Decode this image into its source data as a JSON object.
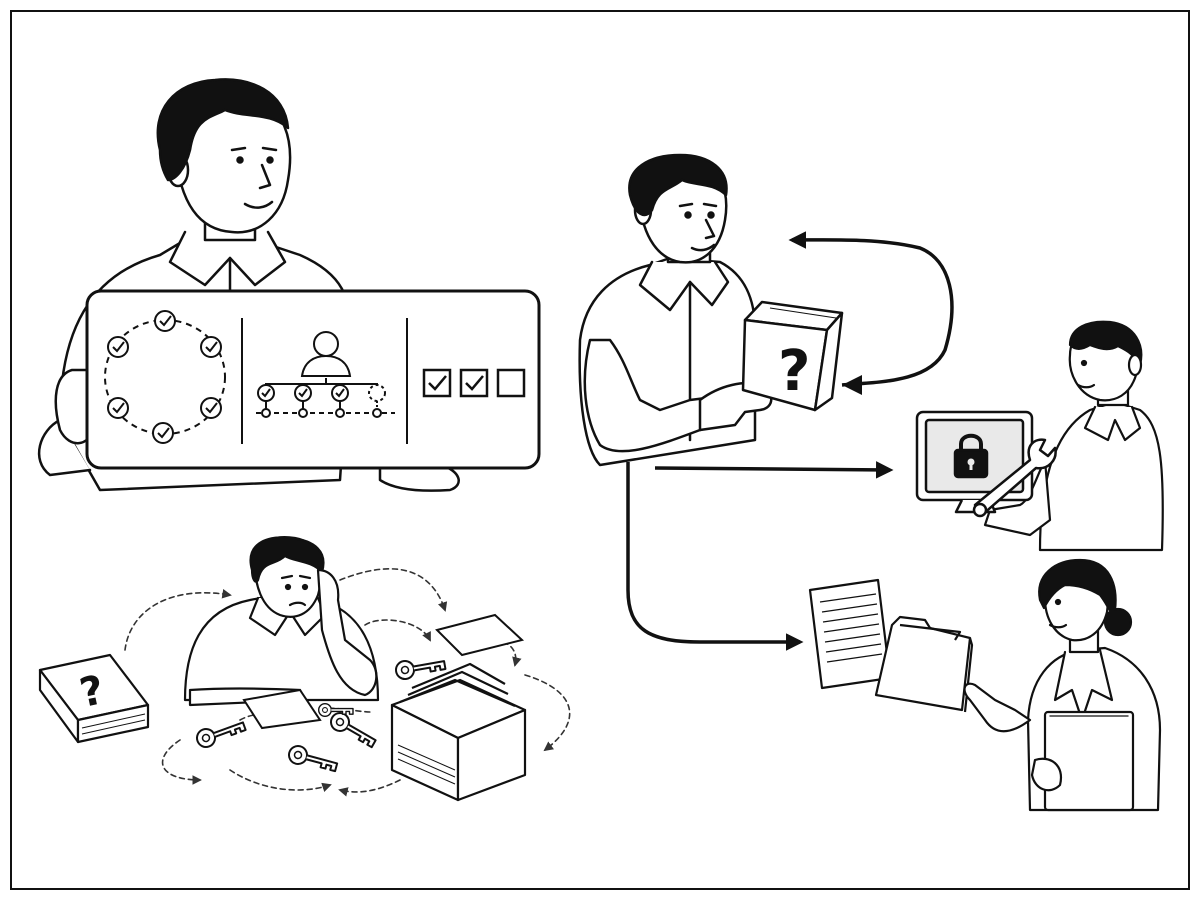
{
  "colors": {
    "ink": "#111111",
    "paper": "#ffffff",
    "light_fill": "#f4f4f4",
    "monitor_screen": "#e9e9e9"
  },
  "icons": {
    "question_mark": "?",
    "checkmark": "✓"
  },
  "scene": {
    "presenter_panel": {
      "sections": [
        "check-circle",
        "org-chart",
        "checkbox-row"
      ],
      "checkboxes": [
        {
          "name": "checkbox-1",
          "checked": true
        },
        {
          "name": "checkbox-2",
          "checked": true
        },
        {
          "name": "checkbox-3",
          "checked": false
        }
      ]
    },
    "confused_worker": {
      "items": [
        "question-book",
        "paper-sheet",
        "keys",
        "file-box",
        "dashed-arrows"
      ]
    },
    "book_holder": {
      "book_icon": "?",
      "flows": [
        "loop-arrow",
        "arrow-to-it-support",
        "arrow-to-documents"
      ]
    },
    "it_support": {
      "screen_icon": "padlock",
      "tool": "wrench"
    },
    "documents_receiver": {
      "items": [
        "lined-document",
        "folder",
        "binder"
      ]
    }
  }
}
